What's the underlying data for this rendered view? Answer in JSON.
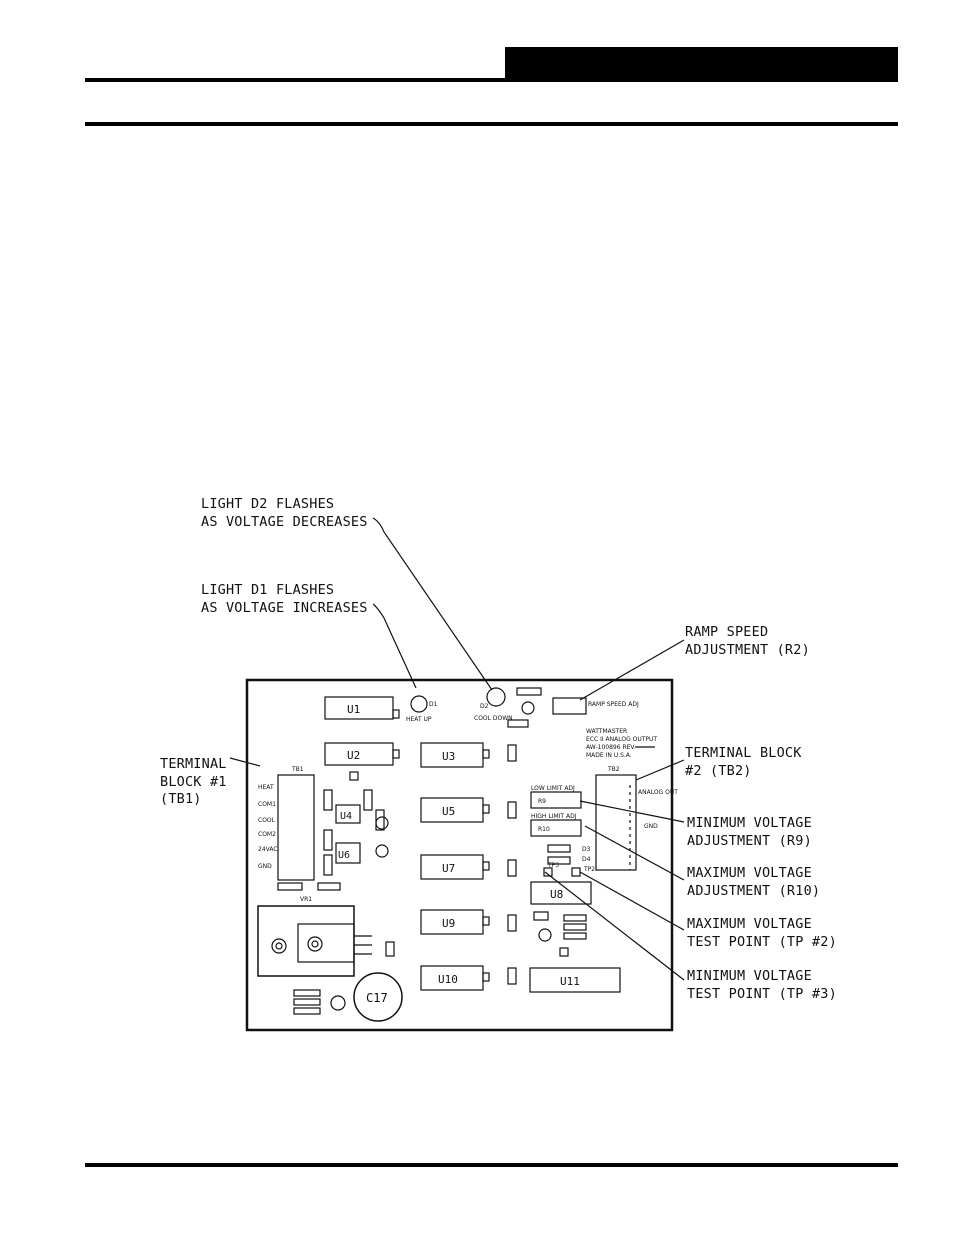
{
  "callouts": {
    "d2": "LIGHT D2 FLASHES\nAS VOLTAGE DECREASES",
    "d1": "LIGHT D1 FLASHES\nAS VOLTAGE INCREASES",
    "ramp": "RAMP SPEED\nADJUSTMENT (R2)",
    "tb1": "TERMINAL\nBLOCK #1\n(TB1)",
    "tb2": "TERMINAL BLOCK\n#2 (TB2)",
    "min_adj": "MINIMUM VOLTAGE\nADJUSTMENT (R9)",
    "max_adj": "MAXIMUM VOLTAGE\nADJUSTMENT (R10)",
    "max_tp": "MAXIMUM VOLTAGE\nTEST POINT (TP #2)",
    "min_tp": "MINIMUM VOLTAGE\nTEST POINT (TP #3)"
  },
  "board": {
    "chips": [
      "U1",
      "U2",
      "U3",
      "U4",
      "U5",
      "U6",
      "U7",
      "U8",
      "U9",
      "U10",
      "U11"
    ],
    "c17": "C17",
    "board_text": [
      "WATTMASTER",
      "ECC II ANALOG OUTPUT",
      "AW-100896 REV.",
      "MADE IN U.S.A."
    ],
    "tb1_terminals": [
      "HEAT",
      "COM1",
      "COOL",
      "COM2",
      "24VAC",
      "GND"
    ],
    "labels": {
      "tb1": "TB1",
      "tb2": "TB2",
      "vr1": "VR1",
      "heat_up": "HEAT UP",
      "cool_down": "COOL DOWN",
      "ramp_speed_adj": "RAMP SPEED ADJ",
      "low_limit_adj": "LOW LIMIT ADJ",
      "high_limit_adj": "HIGH LIMIT ADJ",
      "r9": "R9",
      "r10": "R10",
      "d1": "D1",
      "d2": "D2",
      "d3": "D3",
      "d4": "D4",
      "tp2": "TP2",
      "tp3": "TP3",
      "analog_out": "ANALOG OUT",
      "gnd": "GND"
    }
  }
}
